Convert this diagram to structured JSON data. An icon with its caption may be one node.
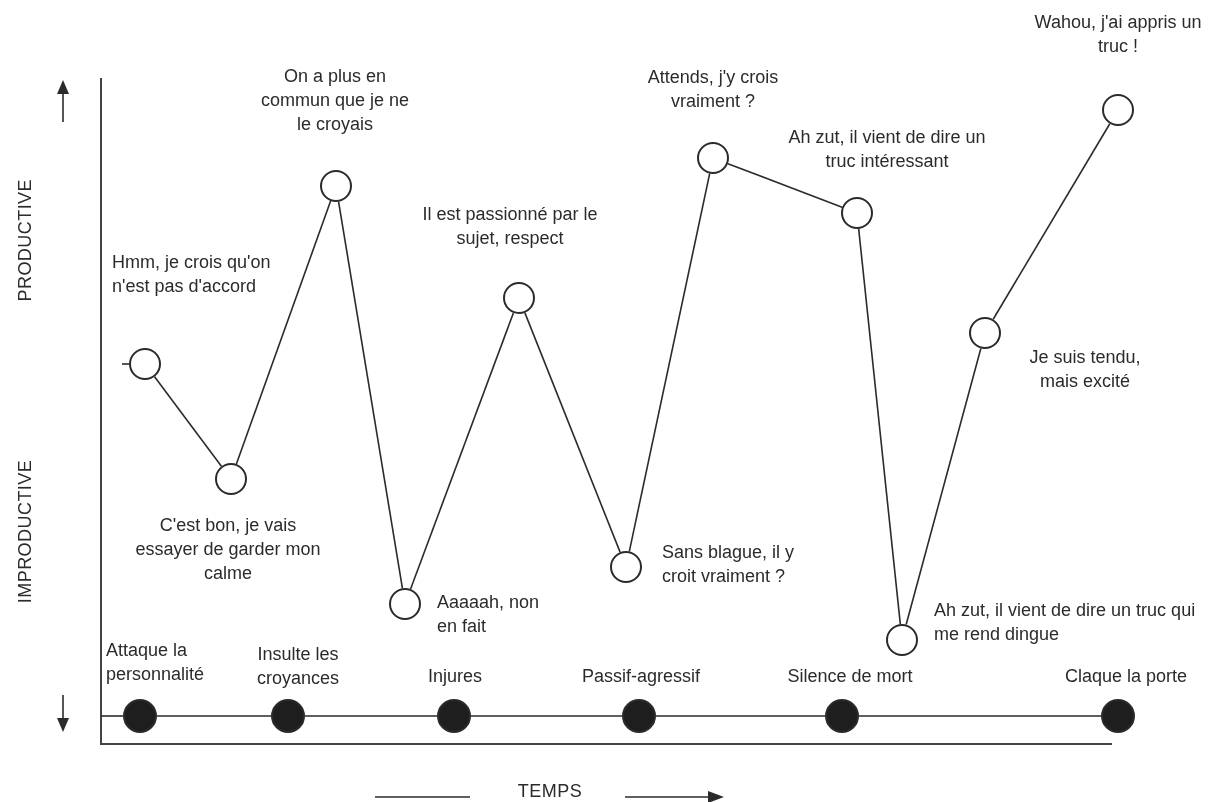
{
  "diagram": {
    "nodes": [
      {
        "text": [],
        "shape": "circle",
        "beside": [
          "Hmm, je crois qu'on n'est pas d'accord"
        ]
      },
      {
        "text": [],
        "shape": "circle",
        "beside": [
          "C'est bon, je vais essayer de garder mon calme"
        ]
      },
      {
        "text": [],
        "shape": "circle",
        "beside": [
          "On a plus en commun que je ne le croyais"
        ]
      },
      {
        "text": [],
        "shape": "circle",
        "beside": [
          "Aaaaah, non en fait"
        ]
      },
      {
        "text": [],
        "shape": "circle",
        "beside": [
          "Il est passionné par le sujet, respect"
        ]
      },
      {
        "text": [],
        "shape": "circle",
        "beside": [
          "Sans blague, il y croit vraiment ?"
        ]
      },
      {
        "text": [],
        "shape": "circle",
        "beside": [
          "Attends, j'y crois vraiment ?"
        ]
      },
      {
        "text": [],
        "shape": "circle",
        "beside": [
          "Ah zut, il vient de dire un truc intéressant"
        ]
      },
      {
        "text": [],
        "shape": "circle",
        "beside": [
          "Ah zut, il vient de dire un truc qui me rend dingue"
        ]
      },
      {
        "text": [],
        "shape": "circle",
        "beside": [
          "Je suis tendu, mais excité"
        ]
      },
      {
        "text": [],
        "shape": "circle",
        "beside": [
          "Wahou, j'ai appris un truc !"
        ]
      },
      {
        "text": [],
        "shape": "circle",
        "beside": [
          "Attaque la personnalité"
        ]
      },
      {
        "text": [],
        "shape": "circle",
        "beside": [
          "Insulte les croyances"
        ]
      },
      {
        "text": [],
        "shape": "circle",
        "beside": [
          "Injures"
        ]
      },
      {
        "text": [],
        "shape": "circle",
        "beside": [
          "Passif-agressif"
        ]
      },
      {
        "text": [],
        "shape": "circle",
        "beside": [
          "Silence de mort"
        ]
      },
      {
        "text": [],
        "shape": "circle",
        "beside": [
          "Claque la porte"
        ]
      }
    ],
    "edges": [
      {
        "from": null,
        "to": 0,
        "arrow": "none"
      },
      {
        "from": 0,
        "to": 1,
        "arrow": "none"
      },
      {
        "from": 1,
        "to": 2,
        "arrow": "none"
      },
      {
        "from": 2,
        "to": 3,
        "arrow": "none"
      },
      {
        "from": 3,
        "to": 4,
        "arrow": "none"
      },
      {
        "from": 4,
        "to": 5,
        "arrow": "none"
      },
      {
        "from": 5,
        "to": 6,
        "arrow": "none"
      },
      {
        "from": 6,
        "to": 7,
        "arrow": "none"
      },
      {
        "from": 7,
        "to": 8,
        "arrow": "none"
      },
      {
        "from": 8,
        "to": 9,
        "arrow": "none"
      },
      {
        "from": 9,
        "to": 10,
        "arrow": "none"
      },
      {
        "from": null,
        "to": 11,
        "arrow": "none"
      },
      {
        "from": 11,
        "to": 12,
        "arrow": "none"
      },
      {
        "from": 12,
        "to": 13,
        "arrow": "none"
      },
      {
        "from": 13,
        "to": 14,
        "arrow": "none"
      },
      {
        "from": 14,
        "to": 15,
        "arrow": "none"
      },
      {
        "from": 15,
        "to": 16,
        "arrow": "none"
      }
    ],
    "labels": [
      "PRODUCTIVE",
      "IMPRODUCTIVE",
      "TEMPS"
    ]
  }
}
